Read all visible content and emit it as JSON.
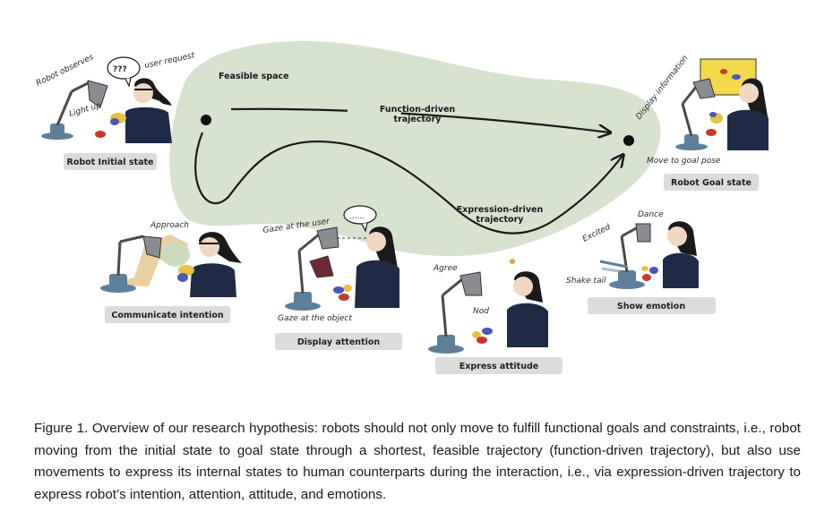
{
  "figure": {
    "feasible_space": "Feasible space",
    "function_trajectory": [
      "Function-driven",
      "trajectory"
    ],
    "expression_trajectory": [
      "Expression-driven",
      "trajectory"
    ],
    "states": {
      "initial": "Robot Initial state",
      "goal": "Robot Goal state",
      "intention": "Communicate intention",
      "attention": "Display attention",
      "attitude": "Express attitude",
      "emotion": "Show emotion"
    },
    "annotations": {
      "robot_observes": "Robot observes",
      "light_up": "Light up",
      "speech_bubble": "???",
      "user_request": "user request",
      "display_information": "Display information",
      "move_to_goal_pose": "Move to goal pose",
      "approach": "Approach",
      "gaze_at_user": "Gaze at the user",
      "gaze_at_object": "Gaze at the object",
      "ellipsis_bubble": "......",
      "agree": "Agree",
      "nod": "Nod",
      "excited": "Excited",
      "dance": "Dance",
      "shake_tail": "Shake tail"
    },
    "colors": {
      "feasible_space": "#d7e2cf",
      "robot_base": "#5d7f9a",
      "robot_lamp_head": "#8a8d92",
      "person_shirt": "#1f2a44",
      "ghost_robot": "#e6c891",
      "label_bg": "#dcdcdc"
    }
  },
  "caption": {
    "text": "Figure 1. Overview of our research hypothesis: robots should not only move to fulfill functional goals and constraints, i.e., robot moving from the initial state to goal state through a shortest, feasible trajectory (function-driven trajectory), but also use movements to express its internal states to human counterparts during the interaction, i.e., via expression-driven trajectory to express robot’s intention, attention, attitude, and emotions."
  }
}
